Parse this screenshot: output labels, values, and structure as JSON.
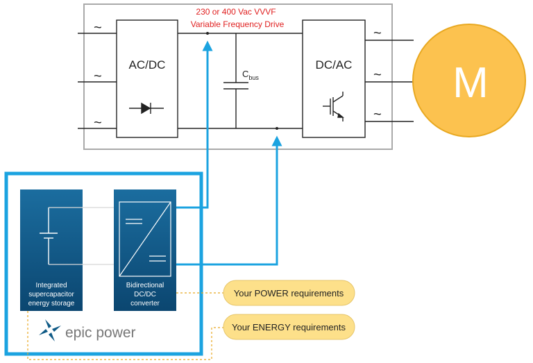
{
  "vfd": {
    "voltage_label": "230 or 400 Vac VVVF",
    "drive_label": "Variable Frequency Drive",
    "label_color": "#e02020"
  },
  "ac_dc": {
    "label": "AC/DC",
    "symbol": "diode-icon"
  },
  "dc_ac": {
    "label": "DC/AC",
    "symbol": "igbt-icon"
  },
  "cbus": {
    "base": "C",
    "subscript": "bus"
  },
  "motor": {
    "label": "M",
    "fill": "#fcc24f",
    "stroke": "#e8a820"
  },
  "ac_symbol": "~",
  "storage": {
    "line1": "Integrated",
    "line2": "supercapacitor",
    "line3": "energy storage"
  },
  "converter": {
    "line1": "Bidirectional",
    "line2": "DC/DC",
    "line3": "converter"
  },
  "requirements": {
    "power": "Your POWER requirements",
    "energy": "Your ENERGY requirements",
    "fill": "#fde08a"
  },
  "brand": {
    "name": "epic power",
    "color": "#1a9fd8"
  },
  "colors": {
    "module_blue": "#0f5a86",
    "frame_blue": "#1ba3e0"
  }
}
